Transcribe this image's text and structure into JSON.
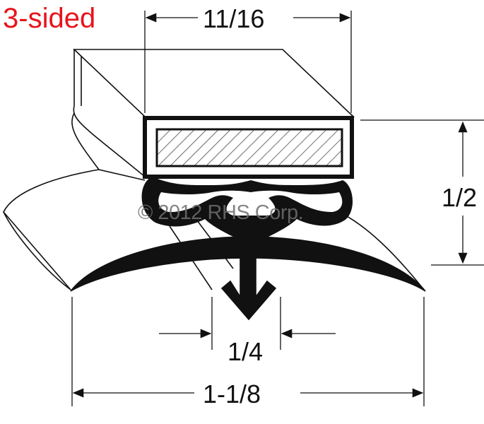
{
  "title": "3-sided",
  "dimensions": {
    "width_top": "11/16",
    "height": "1/2",
    "dart_width": "1/4",
    "overall_width": "1-1/8"
  },
  "watermark": "© 2012 RHS Corp.",
  "colors": {
    "title": "#e8141b",
    "line": "#111111",
    "watermark": "#6e6e6e"
  }
}
